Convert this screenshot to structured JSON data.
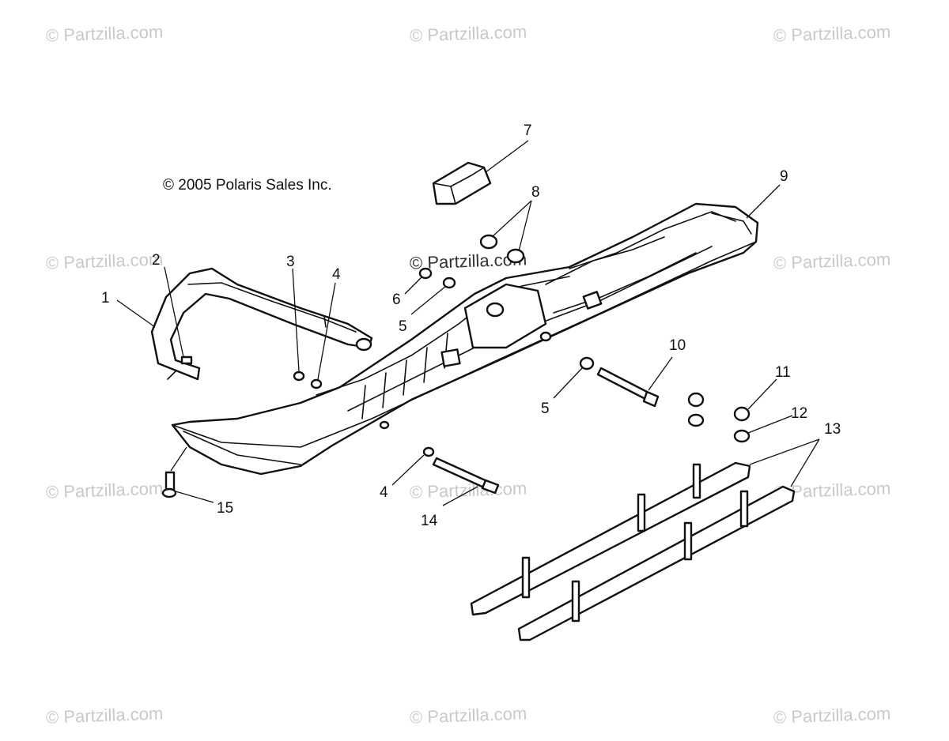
{
  "watermark": "© Partzilla.com",
  "copyright": "© 2005 Polaris Sales Inc.",
  "callouts": {
    "c1": "1",
    "c2": "2",
    "c3": "3",
    "c4a": "4",
    "c4b": "4",
    "c5a": "5",
    "c5b": "5",
    "c6": "6",
    "c7": "7",
    "c8": "8",
    "c9": "9",
    "c10": "10",
    "c11": "11",
    "c12": "12",
    "c13": "13",
    "c14": "14",
    "c15": "15"
  }
}
